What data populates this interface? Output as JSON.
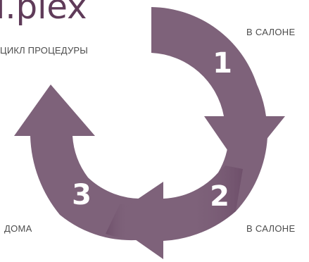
{
  "brand": "i.plex",
  "subtitle": "ЦИКЛ ПРОЦЕДУРЫ",
  "labels": {
    "top_right": "В САЛОНЕ",
    "bottom_right": "В САЛОНЕ",
    "bottom_left": "ДОМА"
  },
  "steps": [
    "1",
    "2",
    "3"
  ],
  "colors": {
    "arrow": "#7e627a",
    "arrow_dark": "#5e3c5a",
    "text_accent": "#5f3b59",
    "text_gray": "#4b4b4b"
  }
}
